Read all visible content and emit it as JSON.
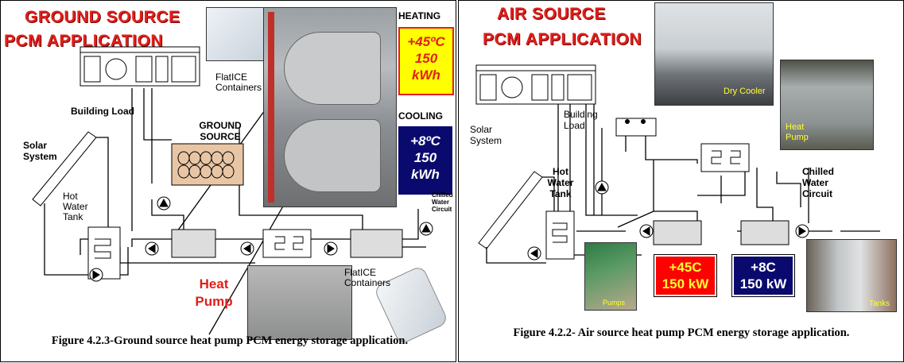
{
  "left": {
    "title_line1": "GROUND SOURCE",
    "title_line2": "PCM APPLICATION",
    "heating": {
      "label": "HEATING",
      "value1": "+45ºC",
      "value2": "150",
      "value3": "kWh"
    },
    "cooling": {
      "label": "COOLING",
      "value1": "+8ºC",
      "value2": "150",
      "value3": "kWh"
    },
    "flatice_top": "FlatICE Containers",
    "building_load": "Building Load",
    "ground_source": "GROUND SOURCE",
    "solar_system": "Solar System",
    "hot_water_tank": "Hot Water Tank",
    "chilled_water_circuit": "Chilled Water Circuit",
    "heat_pump": "Heat Pump",
    "flatice_bottom": "FlatICE Containers",
    "caption": "Figure 4.2.3-Ground source heat pump PCM energy storage application."
  },
  "right": {
    "title_line1": "AIR SOURCE",
    "title_line2": "PCM APPLICATION",
    "building_load": "Building Load",
    "solar_system": "Solar System",
    "hot_water_tank": "Hot Water Tank",
    "chilled_water_circuit": "Chilled Water Circuit",
    "dry_cooler": "Dry Cooler",
    "heat_pump": "Heat Pump",
    "pumps": "Pumps",
    "tanks": "Tanks",
    "hot_box": {
      "line1": "+45C",
      "line2": "150 kW"
    },
    "cold_box": {
      "line1": "+8C",
      "line2": "150 kW"
    },
    "caption": "Figure 4.2.2- Air source heat pump PCM energy storage application."
  },
  "colors": {
    "title_red": "#e0201b",
    "yellow": "#ffff00",
    "navy": "#0a0a6e",
    "red": "#ff0000"
  }
}
